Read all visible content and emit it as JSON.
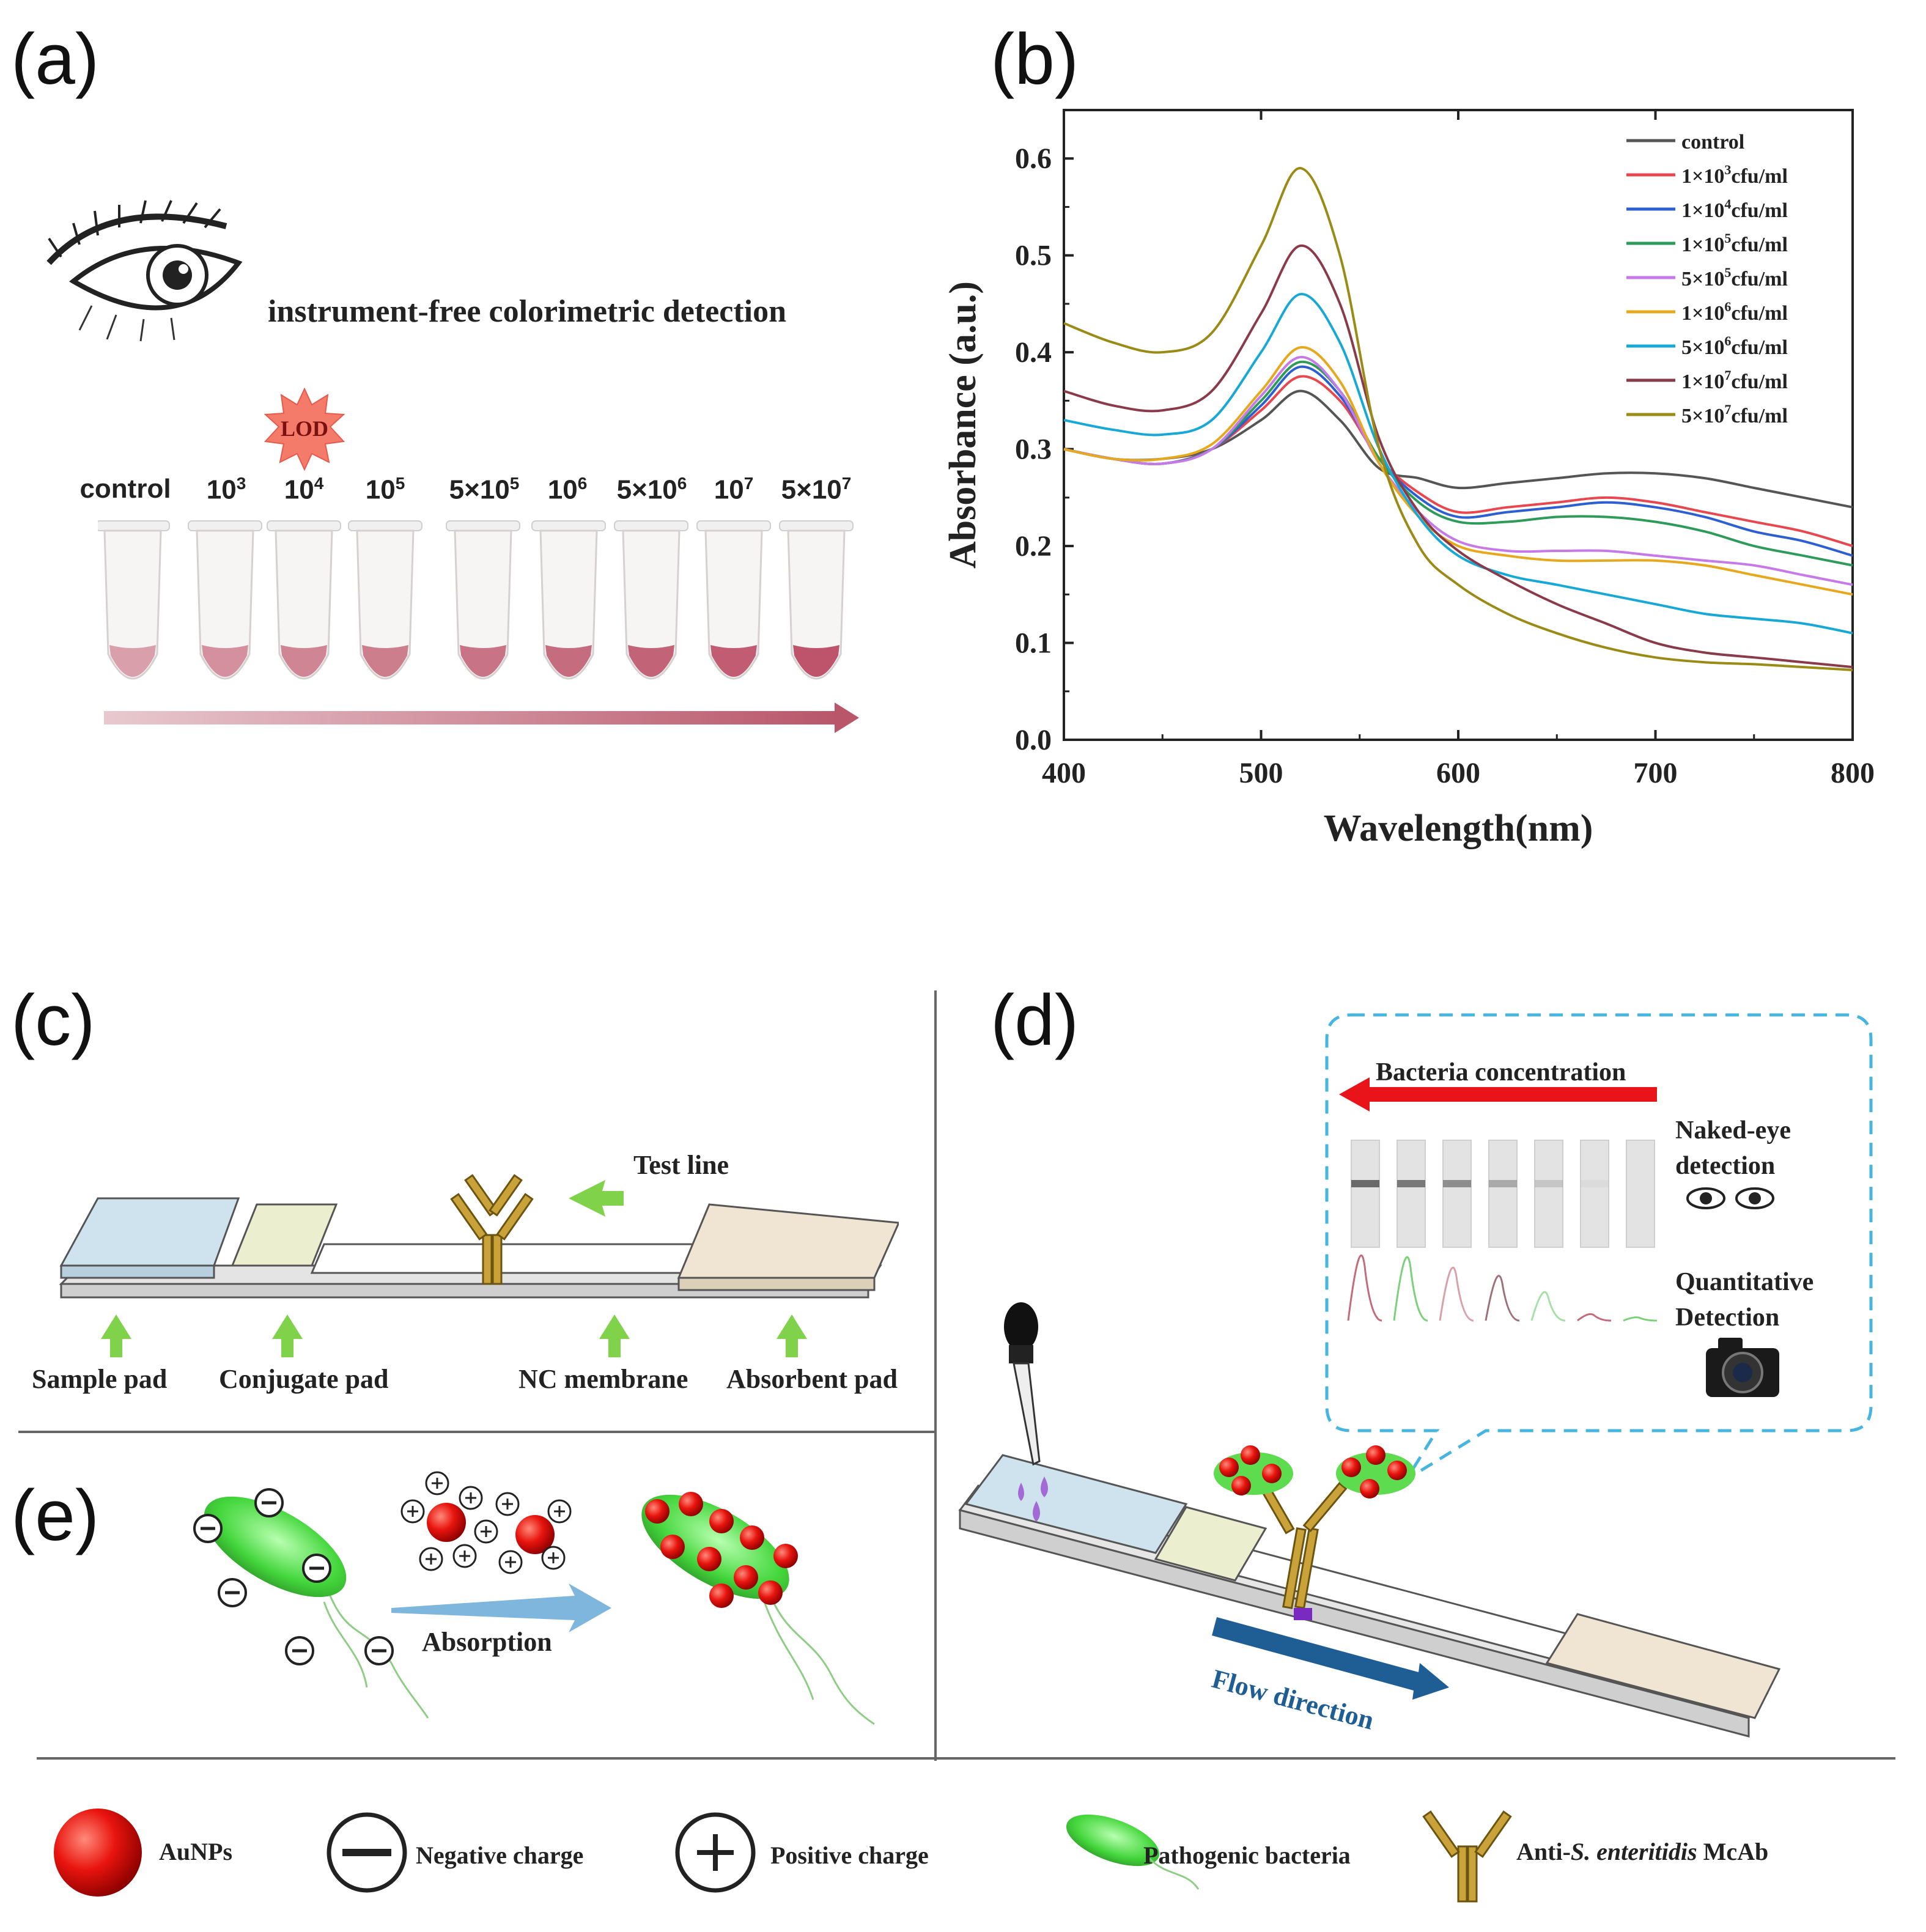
{
  "panels": {
    "a": {
      "label": "(a)",
      "headline": "instrument-free colorimetric detection",
      "lod_badge": "LOD",
      "tube_labels": [
        {
          "base": "control",
          "exp": ""
        },
        {
          "base": "10",
          "exp": "3"
        },
        {
          "base": "10",
          "exp": "4"
        },
        {
          "base": "10",
          "exp": "5"
        },
        {
          "base": "5×10",
          "exp": "5"
        },
        {
          "base": "10",
          "exp": "6"
        },
        {
          "base": "5×10",
          "exp": "6"
        },
        {
          "base": "10",
          "exp": "7"
        },
        {
          "base": "5×10",
          "exp": "7"
        }
      ],
      "tube_colors": [
        "#d9a0ab",
        "#d4909e",
        "#cf8594",
        "#cc7e8d",
        "#c97486",
        "#c66c7f",
        "#c36377",
        "#c15c72",
        "#bd546b"
      ]
    },
    "b": {
      "label": "(b)"
    },
    "c": {
      "label": "(c)",
      "test_line": "Test line",
      "parts": [
        "Sample pad",
        "Conjugate pad",
        "NC membrane",
        "Absorbent pad"
      ]
    },
    "d": {
      "label": "(d)",
      "bacteria_concentration": "Bacteria concentration",
      "naked_eye": "Naked-eye detection",
      "quantitative": "Quantitative Detection",
      "flow_direction": "Flow direction"
    },
    "e": {
      "label": "(e)",
      "absorption": "Absorption"
    }
  },
  "legend": {
    "aunps": "AuNPs",
    "negative": "Negative charge",
    "positive": "Positive charge",
    "bacteria": "Pathogenic bacteria",
    "mcab_prefix": "Anti-",
    "mcab_italic": "S. enteritidis",
    "mcab_suffix": " McAb"
  },
  "chart_data": {
    "type": "line",
    "xlabel": "Wavelength(nm)",
    "ylabel": "Absorbance (a.u.)",
    "xlim": [
      400,
      800
    ],
    "ylim": [
      0.0,
      0.65
    ],
    "xticks": [
      400,
      500,
      600,
      700,
      800
    ],
    "yticks": [
      0.0,
      0.1,
      0.2,
      0.3,
      0.4,
      0.5,
      0.6
    ],
    "legend_position": "top-right",
    "x": [
      400,
      425,
      450,
      475,
      500,
      520,
      540,
      560,
      580,
      600,
      625,
      650,
      675,
      700,
      725,
      750,
      775,
      800
    ],
    "series": [
      {
        "name": "control",
        "base": "control",
        "exp": "",
        "unit": "",
        "color": "#555555",
        "values": [
          0.3,
          0.29,
          0.29,
          0.3,
          0.33,
          0.36,
          0.33,
          0.28,
          0.27,
          0.26,
          0.265,
          0.27,
          0.275,
          0.275,
          0.27,
          0.26,
          0.25,
          0.24
        ]
      },
      {
        "name": "1×10³cfu/ml",
        "base": "1×10",
        "exp": "3",
        "unit": "cfu/ml",
        "color": "#e8474f",
        "values": [
          0.3,
          0.29,
          0.285,
          0.3,
          0.34,
          0.375,
          0.35,
          0.29,
          0.255,
          0.235,
          0.24,
          0.245,
          0.25,
          0.245,
          0.235,
          0.225,
          0.215,
          0.2
        ]
      },
      {
        "name": "1×10⁴cfu/ml",
        "base": "1×10",
        "exp": "4",
        "unit": "cfu/ml",
        "color": "#2d5fd3",
        "values": [
          0.3,
          0.29,
          0.285,
          0.3,
          0.345,
          0.385,
          0.355,
          0.29,
          0.25,
          0.23,
          0.235,
          0.24,
          0.245,
          0.24,
          0.23,
          0.215,
          0.205,
          0.19
        ]
      },
      {
        "name": "1×10⁵cfu/ml",
        "base": "1×10",
        "exp": "5",
        "unit": "cfu/ml",
        "color": "#2e9b5a",
        "values": [
          0.3,
          0.29,
          0.285,
          0.3,
          0.35,
          0.39,
          0.36,
          0.29,
          0.245,
          0.225,
          0.225,
          0.23,
          0.23,
          0.225,
          0.215,
          0.2,
          0.19,
          0.18
        ]
      },
      {
        "name": "5×10⁵cfu/ml",
        "base": "5×10",
        "exp": "5",
        "unit": "cfu/ml",
        "color": "#c57ae8",
        "values": [
          0.3,
          0.29,
          0.285,
          0.3,
          0.355,
          0.395,
          0.36,
          0.285,
          0.235,
          0.205,
          0.195,
          0.195,
          0.195,
          0.19,
          0.185,
          0.18,
          0.17,
          0.16
        ]
      },
      {
        "name": "1×10⁶cfu/ml",
        "base": "1×10",
        "exp": "6",
        "unit": "cfu/ml",
        "color": "#e6a81c",
        "values": [
          0.3,
          0.29,
          0.29,
          0.305,
          0.36,
          0.405,
          0.37,
          0.285,
          0.23,
          0.2,
          0.19,
          0.185,
          0.185,
          0.185,
          0.18,
          0.17,
          0.16,
          0.15
        ]
      },
      {
        "name": "5×10⁶cfu/ml",
        "base": "5×10",
        "exp": "6",
        "unit": "cfu/ml",
        "color": "#17a8d6",
        "values": [
          0.33,
          0.32,
          0.315,
          0.33,
          0.4,
          0.46,
          0.41,
          0.3,
          0.23,
          0.19,
          0.17,
          0.16,
          0.15,
          0.14,
          0.13,
          0.125,
          0.12,
          0.11
        ]
      },
      {
        "name": "1×10⁷cfu/ml",
        "base": "1×10",
        "exp": "7",
        "unit": "cfu/ml",
        "color": "#8a3b4a",
        "values": [
          0.36,
          0.345,
          0.34,
          0.36,
          0.44,
          0.51,
          0.45,
          0.31,
          0.235,
          0.195,
          0.165,
          0.14,
          0.12,
          0.1,
          0.09,
          0.085,
          0.08,
          0.075
        ]
      },
      {
        "name": "5×10⁷cfu/ml",
        "base": "5×10",
        "exp": "7",
        "unit": "cfu/ml",
        "color": "#9a8a16",
        "values": [
          0.43,
          0.41,
          0.4,
          0.42,
          0.51,
          0.59,
          0.5,
          0.3,
          0.2,
          0.16,
          0.13,
          0.11,
          0.095,
          0.085,
          0.08,
          0.078,
          0.075,
          0.072
        ]
      }
    ]
  }
}
